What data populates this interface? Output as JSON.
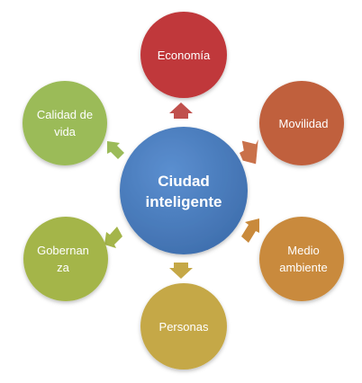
{
  "center": {
    "line1": "Ciudad",
    "line2": "inteligente",
    "color": "#4a7ebb"
  },
  "nodes": {
    "economia": {
      "line1": "Economía",
      "line2": "",
      "color": "#c0393b",
      "arrow": "#c0504d"
    },
    "movilidad": {
      "line1": "Movilidad",
      "line2": "",
      "color": "#c0603d",
      "arrow": "#c9714a"
    },
    "medio": {
      "line1": "Medio",
      "line2": "ambiente",
      "color": "#c98a3c",
      "arrow": "#c98a3c"
    },
    "personas": {
      "line1": "Personas",
      "line2": "",
      "color": "#c5a847",
      "arrow": "#c5a847"
    },
    "gobernanza": {
      "line1": "Gobernan",
      "line2": "za",
      "color": "#a4b54a",
      "arrow": "#a4b54a"
    },
    "calidad": {
      "line1": "Calidad de",
      "line2": "vida",
      "color": "#9bbb59",
      "arrow": "#9bbb59"
    }
  }
}
